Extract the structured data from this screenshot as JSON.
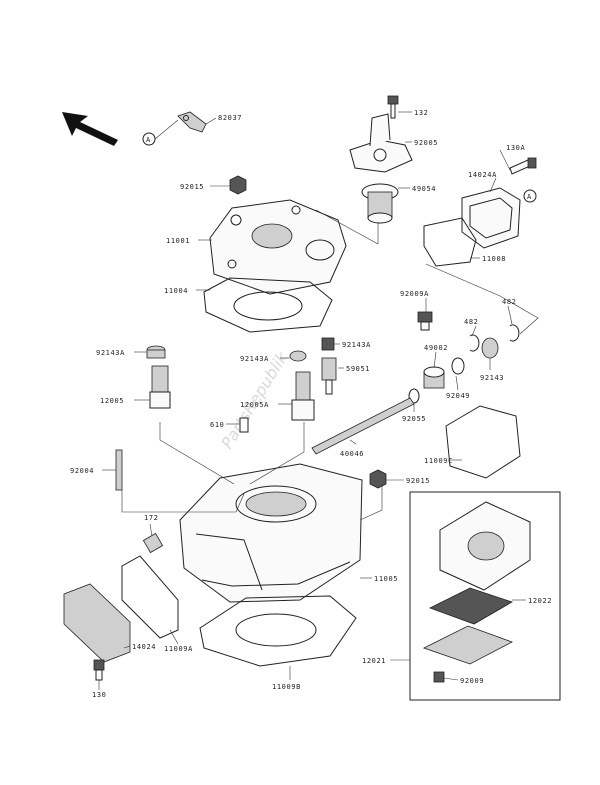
{
  "parts": [
    {
      "id": "82037",
      "label": "82037"
    },
    {
      "id": "132",
      "label": "132"
    },
    {
      "id": "92005",
      "label": "92005"
    },
    {
      "id": "130a",
      "label": "130A"
    },
    {
      "id": "14024a",
      "label": "14024A"
    },
    {
      "id": "92015a",
      "label": "92015"
    },
    {
      "id": "49054",
      "label": "49054"
    },
    {
      "id": "11001",
      "label": "11001"
    },
    {
      "id": "11008",
      "label": "11008"
    },
    {
      "id": "11004",
      "label": "11004"
    },
    {
      "id": "92009a",
      "label": "92009A"
    },
    {
      "id": "482a",
      "label": "482"
    },
    {
      "id": "482b",
      "label": "482"
    },
    {
      "id": "92143a-l",
      "label": "92143A"
    },
    {
      "id": "92143a-r",
      "label": "92143A"
    },
    {
      "id": "92143a-m",
      "label": "92143A"
    },
    {
      "id": "49002",
      "label": "49002"
    },
    {
      "id": "59051",
      "label": "59051"
    },
    {
      "id": "92049",
      "label": "92049"
    },
    {
      "id": "92143",
      "label": "92143"
    },
    {
      "id": "12005",
      "label": "12005"
    },
    {
      "id": "12005a",
      "label": "12005A"
    },
    {
      "id": "610",
      "label": "610"
    },
    {
      "id": "92055",
      "label": "92055"
    },
    {
      "id": "40046",
      "label": "40046"
    },
    {
      "id": "11009c",
      "label": "11009C"
    },
    {
      "id": "92004",
      "label": "92004"
    },
    {
      "id": "92015b",
      "label": "92015"
    },
    {
      "id": "172",
      "label": "172"
    },
    {
      "id": "11005",
      "label": "11005"
    },
    {
      "id": "12022",
      "label": "12022"
    },
    {
      "id": "11009a",
      "label": "11009A"
    },
    {
      "id": "14024",
      "label": "14024"
    },
    {
      "id": "12021",
      "label": "12021"
    },
    {
      "id": "11009b",
      "label": "11009B"
    },
    {
      "id": "92009",
      "label": "92009"
    },
    {
      "id": "130",
      "label": "130"
    }
  ],
  "callouts": {
    "ref_a": "A"
  },
  "watermark": "PartsRepublik",
  "colors": {
    "ink": "#222222",
    "background": "#ffffff"
  },
  "icons": [
    "front-direction-arrow-icon"
  ]
}
